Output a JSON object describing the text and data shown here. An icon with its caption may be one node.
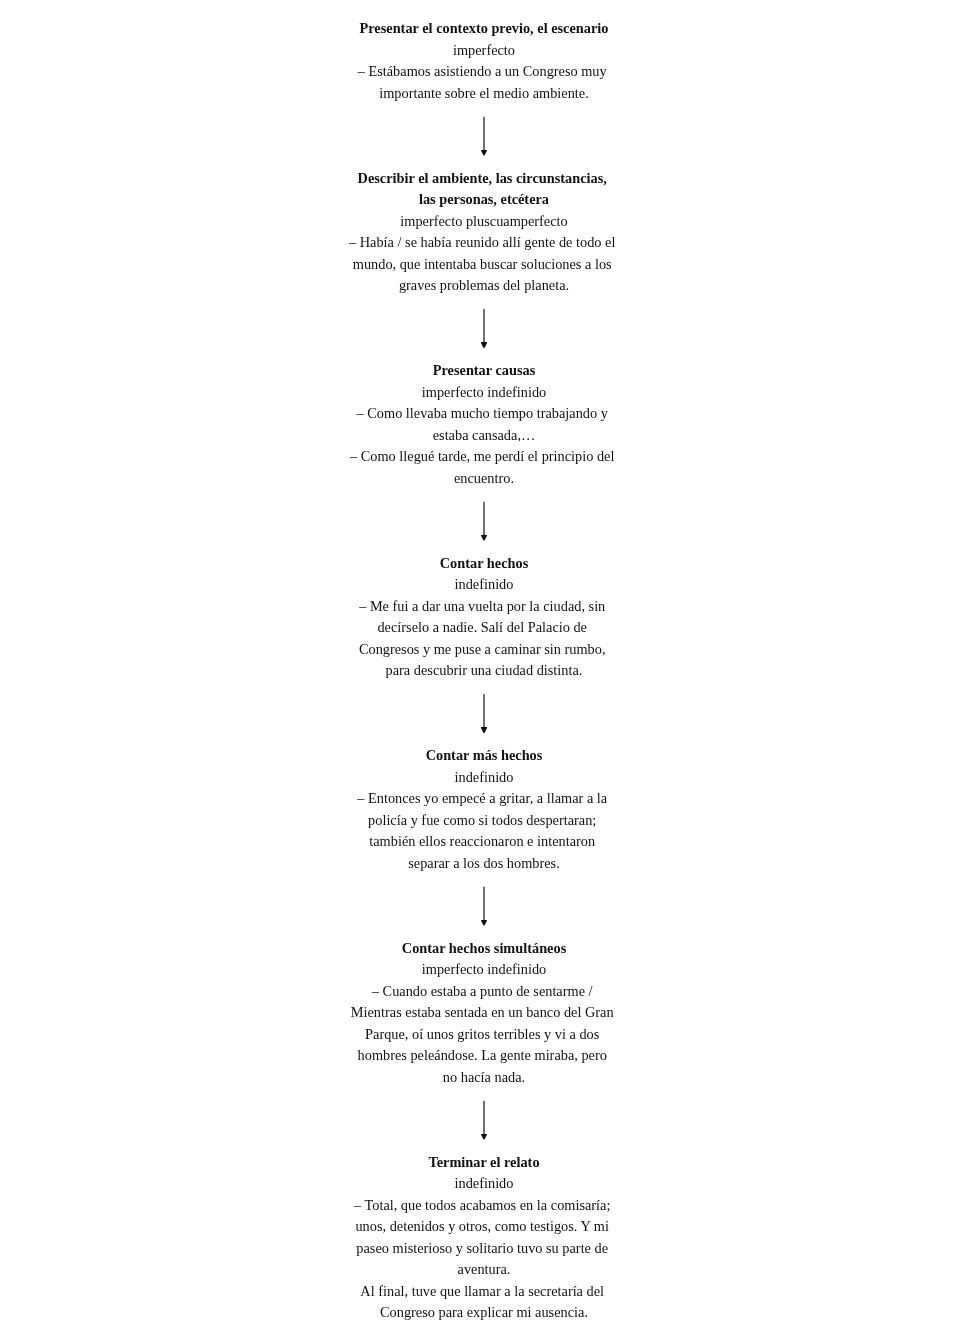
{
  "diagram": {
    "nodes": [
      {
        "text": [
          "Presentar el contexto previo, el escenario",
          "imperfecto",
          "– Estábamos asistiendo a un Congreso muy importante sobre el medio ambiente."
        ]
      },
      {
        "text": [
          "Describir el ambiente, las circunstancias, las personas, etcétera",
          "imperfecto pluscuamperfecto",
          "– Había / se había reunido allí gente de todo el mundo, que intentaba buscar soluciones a los graves problemas del planeta."
        ]
      },
      {
        "text": [
          "Presentar causas",
          "imperfecto indefinido",
          "– Como llevaba mucho tiempo trabajando y estaba cansada,…",
          "– Como llegué tarde, me perdí el principio del encuentro."
        ]
      },
      {
        "text": [
          "Contar hechos",
          "indefinido",
          "– Me fui a dar una vuelta por la ciudad, sin decírselo a nadie. Salí del Palacio de Congresos y me puse a caminar sin rumbo, para descubrir una ciudad distinta."
        ]
      },
      {
        "text": [
          "Contar más hechos",
          "indefinido",
          "– Entonces yo empecé a gritar, a llamar a la policía y fue como si todos despertaran; también ellos reaccionaron e intentaron separar a los dos hombres."
        ]
      },
      {
        "text": [
          "Contar hechos simultáneos",
          "imperfecto indefinido",
          "– Cuando estaba a punto de sentarme / Mientras estaba sentada en un banco del Gran Parque, oí unos gritos terribles y vi a dos hombres peleándose. La gente miraba, pero no hacía nada."
        ]
      },
      {
        "text": [
          "Terminar el relato",
          "indefinido",
          "– Total, que todos acabamos en la comisaría; unos, detenidos y otros, como testigos. Y mi paseo misterioso y solitario tuvo su parte de aventura.",
          "Al final, tuve que llamar a la secretaría del Congreso para explicar mi ausencia."
        ]
      }
    ],
    "edges": [
      {
        "from": 0,
        "to": 1,
        "arrow": "to"
      },
      {
        "from": 1,
        "to": 2,
        "arrow": "to"
      },
      {
        "from": 2,
        "to": 3,
        "arrow": "to"
      },
      {
        "from": 3,
        "to": 4,
        "arrow": "to"
      },
      {
        "from": 4,
        "to": 5,
        "arrow": "to"
      },
      {
        "from": 5,
        "to": 6,
        "arrow": "to"
      }
    ]
  }
}
